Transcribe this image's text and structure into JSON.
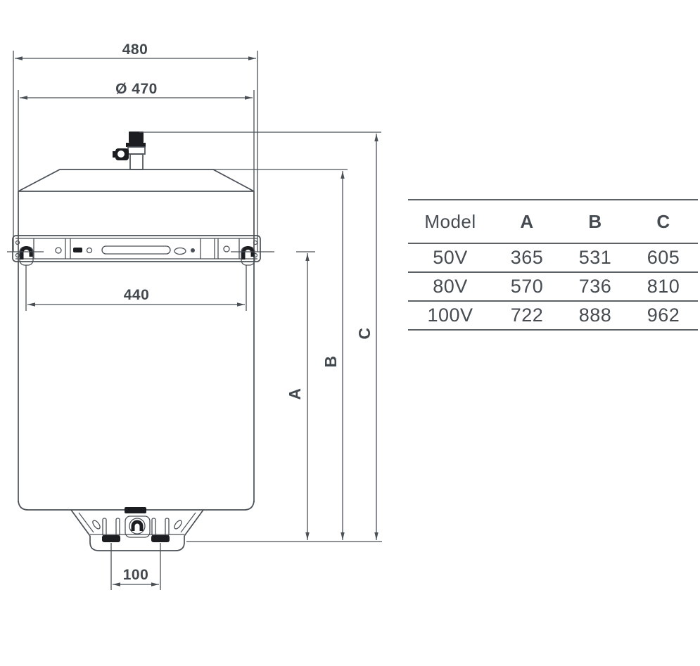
{
  "diagram": {
    "dim_top_width": "480",
    "dim_diameter": "Ø 470",
    "dim_bracket_width": "440",
    "dim_bottom_spacing": "100",
    "dim_height_a": "A",
    "dim_height_b": "B",
    "dim_height_c": "C"
  },
  "table": {
    "headers": [
      "Model",
      "A",
      "B",
      "C"
    ],
    "rows": [
      {
        "model": "50V",
        "a": "365",
        "b": "531",
        "c": "605"
      },
      {
        "model": "80V",
        "a": "570",
        "b": "736",
        "c": "810"
      },
      {
        "model": "100V",
        "a": "722",
        "b": "888",
        "c": "962"
      }
    ]
  },
  "colors": {
    "line": "#4a5056",
    "text": "#42484e",
    "table_border": "#5d6267",
    "dark_fittings": "#1b1d20",
    "background": "#ffffff"
  }
}
